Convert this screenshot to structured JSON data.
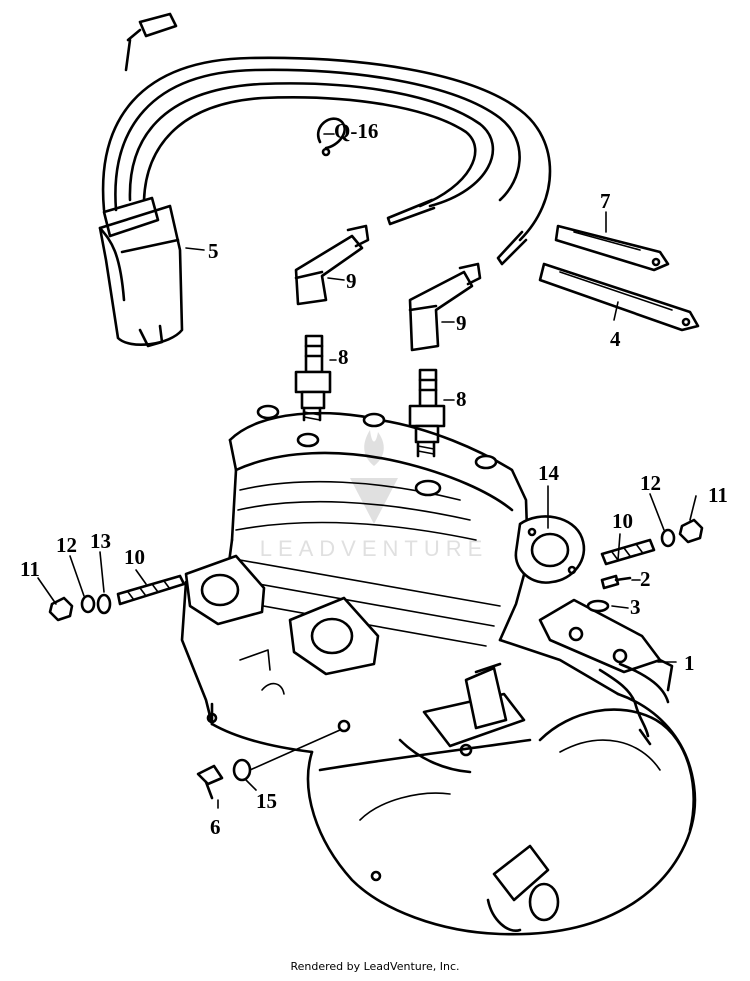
{
  "watermark": {
    "text": "LEADVENTURE"
  },
  "footer": {
    "text": "Rendered by LeadVenture, Inc."
  },
  "callouts": {
    "c1": "1",
    "c2": "2",
    "c3": "3",
    "c4": "4",
    "c5": "5",
    "c6": "6",
    "c7": "7",
    "c8a": "8",
    "c8b": "8",
    "c9a": "9",
    "c9b": "9",
    "c10a": "10",
    "c10b": "10",
    "c11a": "11",
    "c11b": "11",
    "c12a": "12",
    "c12b": "12",
    "c13": "13",
    "c14": "14",
    "c15": "15",
    "c16": "Q-16"
  }
}
